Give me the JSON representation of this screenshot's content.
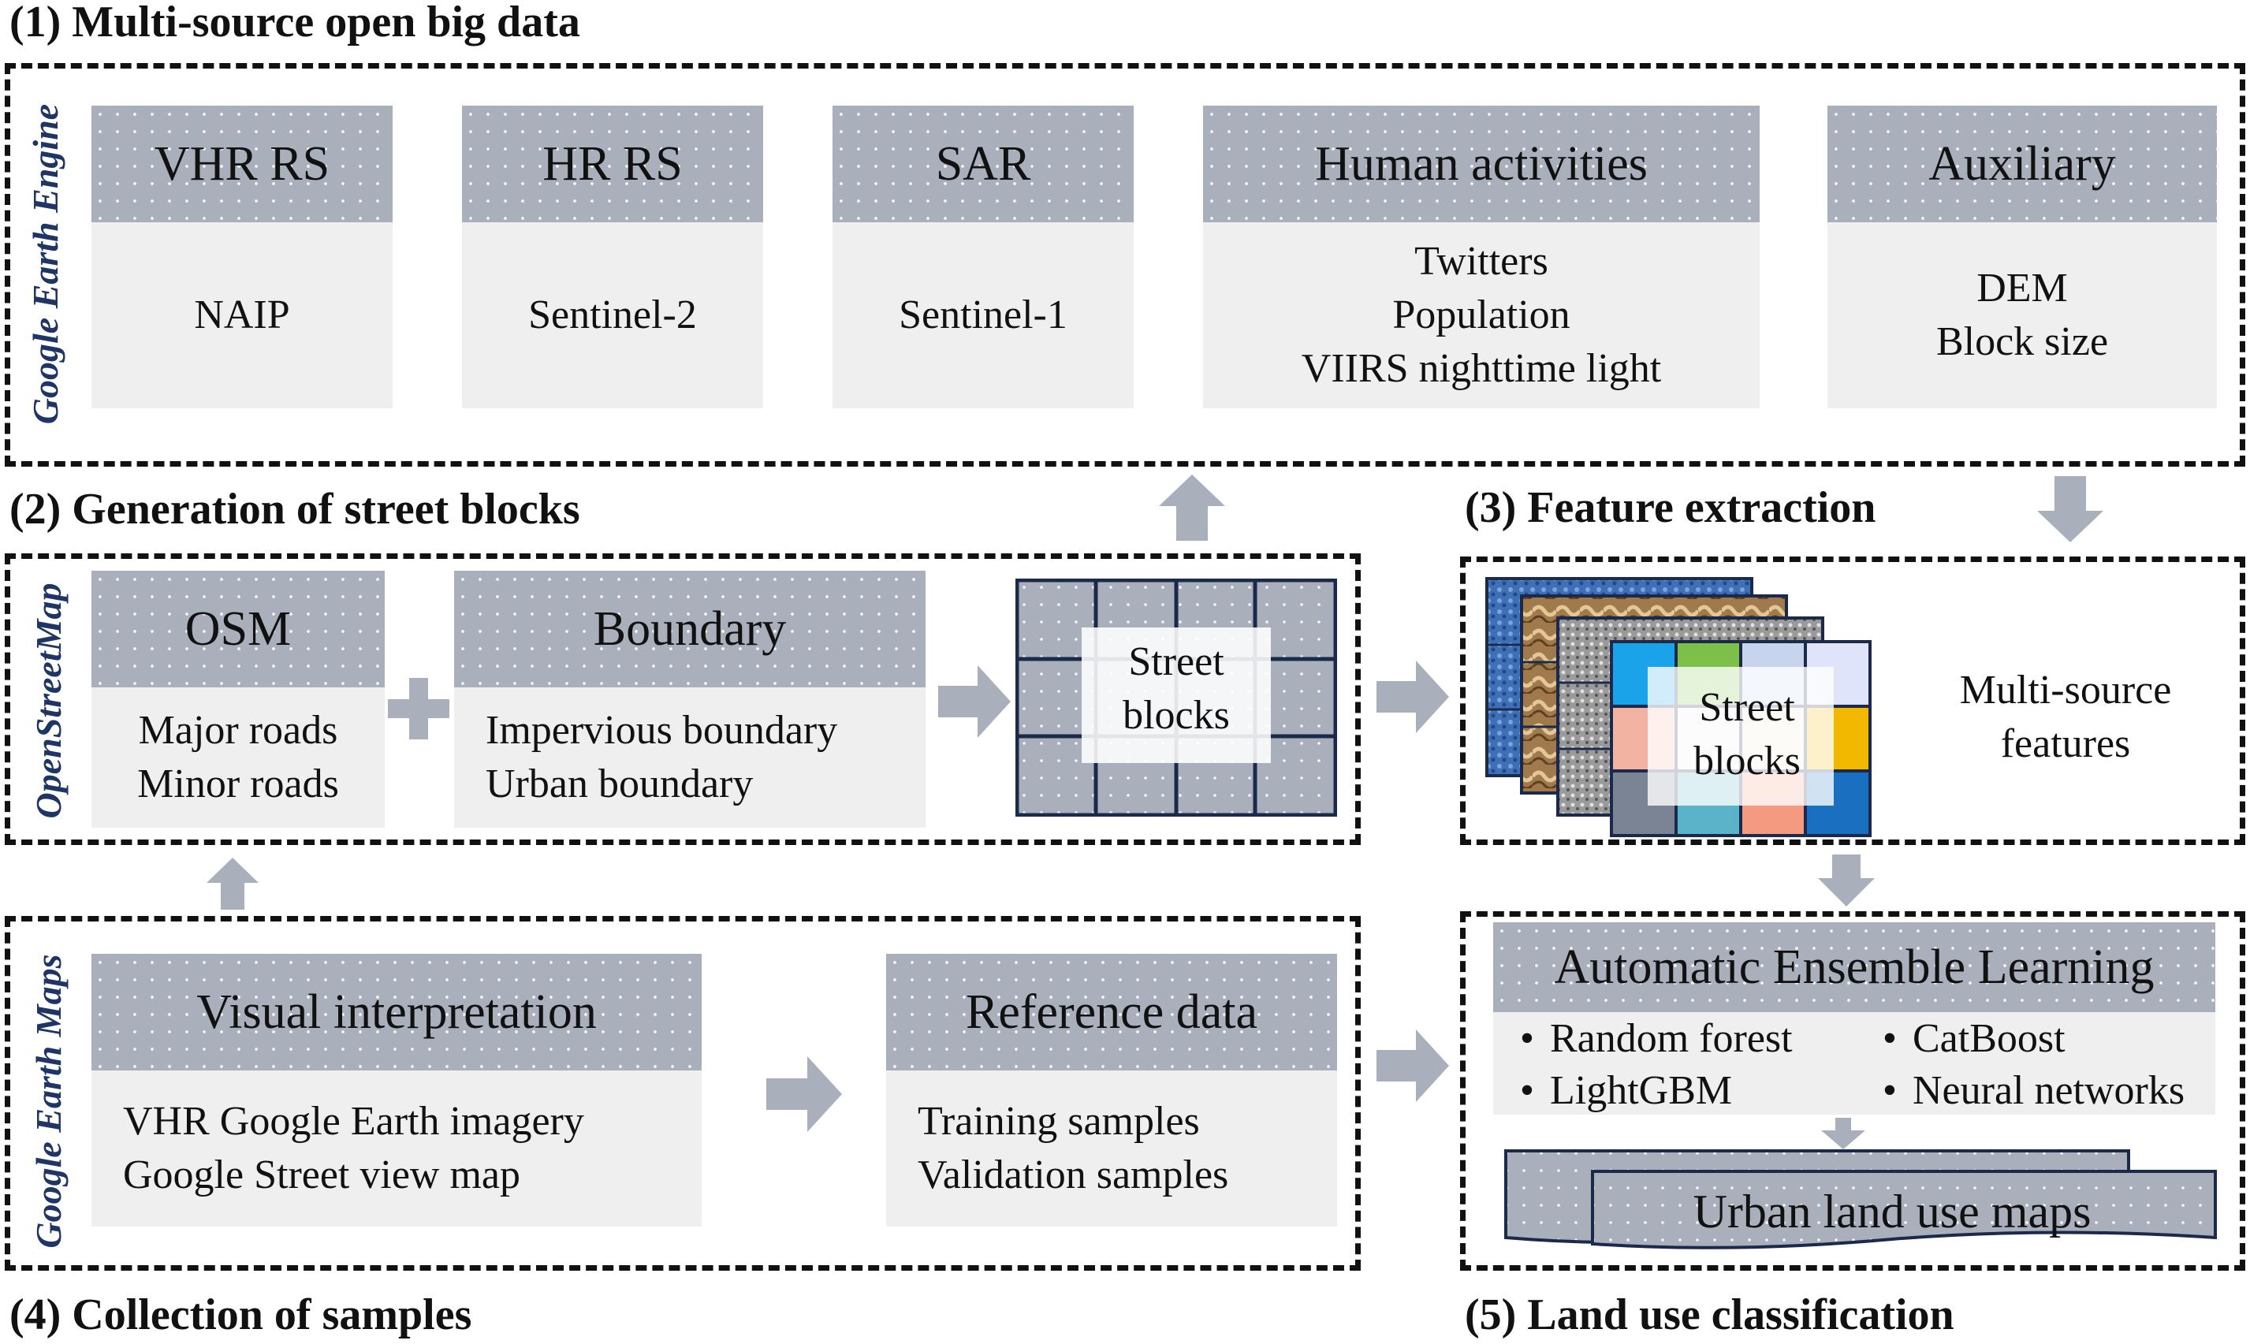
{
  "sections": {
    "s1": "(1) Multi-source open big data",
    "s2": "(2) Generation of street blocks",
    "s3": "(3) Feature extraction",
    "s4": "(4) Collection of samples",
    "s5": "(5) Land use classification"
  },
  "side_labels": {
    "gee": "Google Earth Engine",
    "osm": "OpenStreetMap",
    "gem": "Google Earth Maps"
  },
  "data_sources": [
    {
      "head": "VHR RS",
      "lines": [
        "NAIP"
      ]
    },
    {
      "head": "HR RS",
      "lines": [
        "Sentinel-2"
      ]
    },
    {
      "head": "SAR",
      "lines": [
        "Sentinel-1"
      ]
    },
    {
      "head": "Human activities",
      "lines": [
        "Twitters",
        "Population",
        "VIIRS nighttime light"
      ]
    },
    {
      "head": "Auxiliary",
      "lines": [
        "DEM",
        "Block size"
      ]
    }
  ],
  "street": {
    "osm": {
      "head": "OSM",
      "lines": [
        "Major roads",
        "Minor roads"
      ]
    },
    "boundary": {
      "head": "Boundary",
      "lines": [
        "Impervious boundary",
        "Urban boundary"
      ]
    },
    "blocks": [
      "Street",
      "blocks"
    ]
  },
  "features": {
    "blocks": [
      "Street",
      "blocks"
    ],
    "label": [
      "Multi-source",
      "features"
    ]
  },
  "samples": {
    "visual": {
      "head": "Visual interpretation",
      "lines": [
        "VHR Google Earth imagery",
        "Google Street view map"
      ]
    },
    "reference": {
      "head": "Reference data",
      "lines": [
        "Training samples",
        "Validation samples"
      ]
    }
  },
  "classification": {
    "head": "Automatic Ensemble Learning",
    "methods": [
      "Random forest",
      "CatBoost",
      "LightGBM",
      "Neural networks"
    ],
    "output": "Urban land use maps"
  },
  "colors": {
    "head_fill": "#a9b0bc",
    "body_fill": "#efefef",
    "arrow": "#a9b0bc",
    "side_label": "#1f3566"
  }
}
